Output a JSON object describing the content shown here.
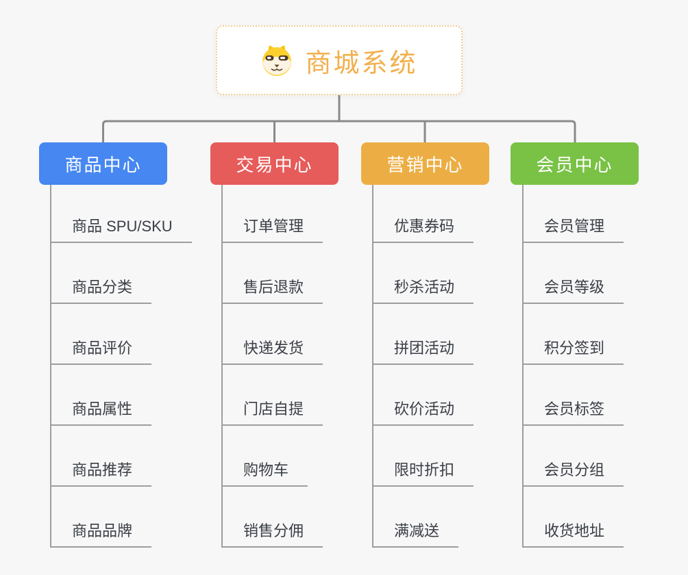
{
  "title_node": {
    "label": "商城系统",
    "icon": "dog-face-icon"
  },
  "branches": [
    {
      "label": "商品中心",
      "color": "#4687f1",
      "items": [
        "商品 SPU/SKU",
        "商品分类",
        "商品评价",
        "商品属性",
        "商品推荐",
        "商品品牌"
      ]
    },
    {
      "label": "交易中心",
      "color": "#e65c5a",
      "items": [
        "订单管理",
        "售后退款",
        "快递发货",
        "门店自提",
        "购物车",
        "销售分佣"
      ]
    },
    {
      "label": "营销中心",
      "color": "#ecae44",
      "items": [
        "优惠券码",
        "秒杀活动",
        "拼团活动",
        "砍价活动",
        "限时折扣",
        "满减送"
      ]
    },
    {
      "label": "会员中心",
      "color": "#79c245",
      "items": [
        "会员管理",
        "会员等级",
        "积分签到",
        "会员标签",
        "会员分组",
        "收货地址"
      ]
    }
  ],
  "colors": {
    "background": "#f7f7f7",
    "connector_line": "#8a8a8a",
    "item_line": "#9d9d9d",
    "item_text": "#3a3e45",
    "root_text": "#f2b04d",
    "root_border": "#f2cd92"
  }
}
